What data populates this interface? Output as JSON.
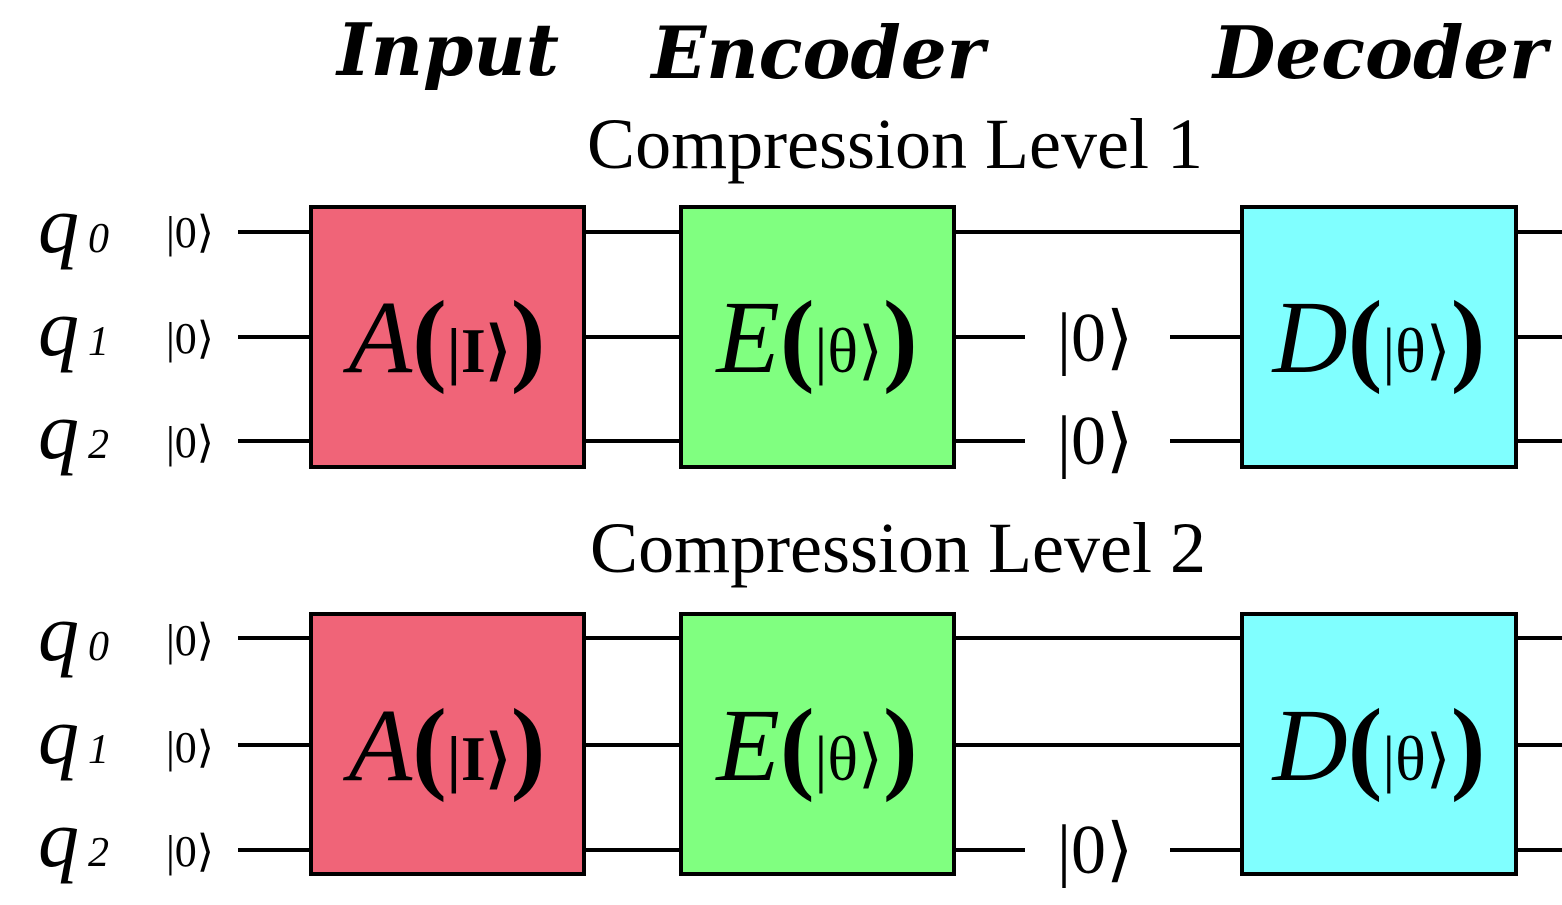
{
  "headers": {
    "input": "Input",
    "encoder": "Encoder",
    "decoder": "Decoder"
  },
  "colors": {
    "input_gate": "#f06478",
    "encoder_gate": "#80ff80",
    "decoder_gate": "#80ffff"
  },
  "panels": [
    {
      "title": "Compression Level 1",
      "qubits": [
        {
          "name": "q",
          "sub": "0",
          "init": "|0⟩"
        },
        {
          "name": "q",
          "sub": "1",
          "init": "|0⟩"
        },
        {
          "name": "q",
          "sub": "2",
          "init": "|0⟩"
        }
      ],
      "reset_kets": [
        {
          "qubit": 1,
          "label": "|0⟩"
        },
        {
          "qubit": 2,
          "label": "|0⟩"
        }
      ],
      "gates": {
        "input": {
          "letter": "A",
          "open": "(",
          "inner": "|I⟩",
          "close": ")"
        },
        "encoder": {
          "letter": "E",
          "open": "(",
          "inner": "|θ⟩",
          "close": ")"
        },
        "decoder": {
          "letter": "D",
          "open": "(",
          "inner": "|θ⟩",
          "close": ")"
        }
      }
    },
    {
      "title": "Compression Level 2",
      "qubits": [
        {
          "name": "q",
          "sub": "0",
          "init": "|0⟩"
        },
        {
          "name": "q",
          "sub": "1",
          "init": "|0⟩"
        },
        {
          "name": "q",
          "sub": "2",
          "init": "|0⟩"
        }
      ],
      "reset_kets": [
        {
          "qubit": 2,
          "label": "|0⟩"
        }
      ],
      "gates": {
        "input": {
          "letter": "A",
          "open": "(",
          "inner": "|I⟩",
          "close": ")"
        },
        "encoder": {
          "letter": "E",
          "open": "(",
          "inner": "|θ⟩",
          "close": ")"
        },
        "decoder": {
          "letter": "D",
          "open": "(",
          "inner": "|θ⟩",
          "close": ")"
        }
      }
    }
  ]
}
